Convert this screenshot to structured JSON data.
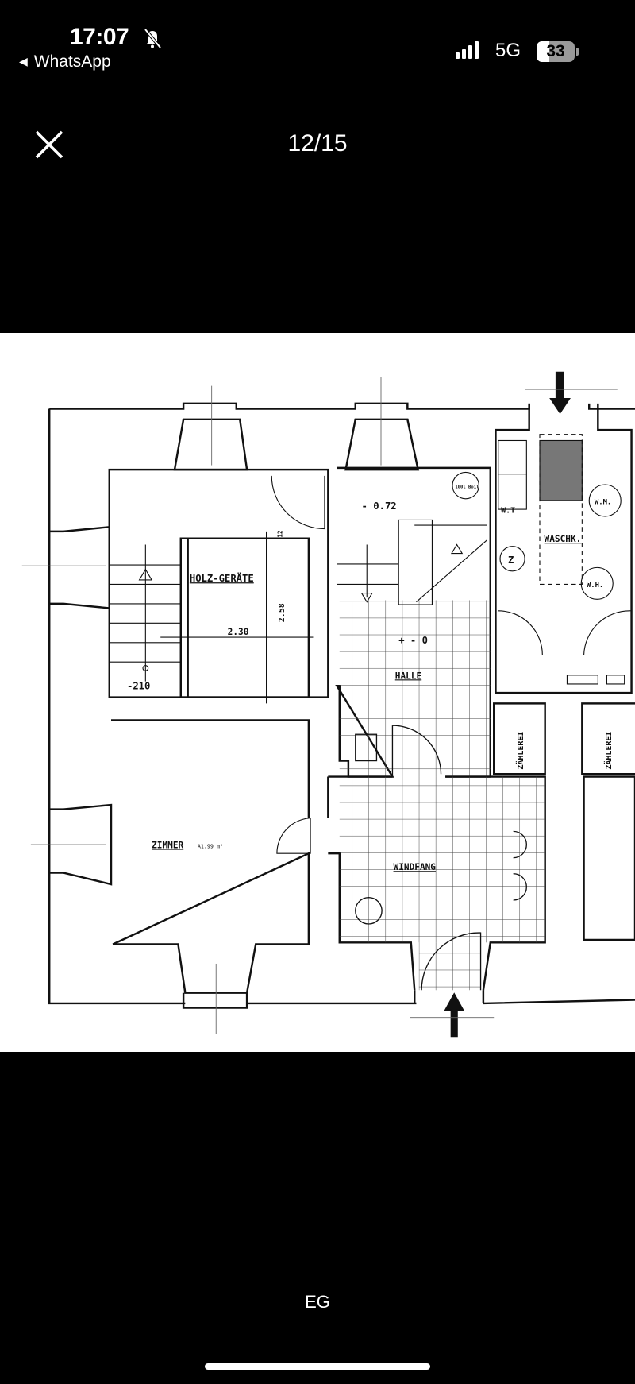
{
  "status_bar": {
    "time": "17:07",
    "back_app": "WhatsApp",
    "network": "5G",
    "battery": "33",
    "battery_level": 0.33
  },
  "viewer": {
    "counter": "12/15",
    "caption": "EG"
  },
  "floor_plan": {
    "rooms": {
      "holz": "HOLZ-GERÄTE",
      "halle": "HALLE",
      "waschk": "WASCHK.",
      "zimmer": "ZIMMER",
      "zimmer_area": "A1.99 m²",
      "windfang": "WINDFANG",
      "zaehlerei_1": "ZÄHLEREI",
      "zaehlerei_2": "ZÄHLEREI"
    },
    "dimensions": {
      "width": "2.30",
      "height": "2.58",
      "small": "12"
    },
    "levels": {
      "stair": "-210",
      "upper": "- 0.72",
      "hall": "+ - 0"
    },
    "fixtures": {
      "wt": "W.T",
      "wm": "W.M.",
      "wh": "W.H.",
      "z": "Z",
      "boiler": "100l Boil"
    }
  }
}
